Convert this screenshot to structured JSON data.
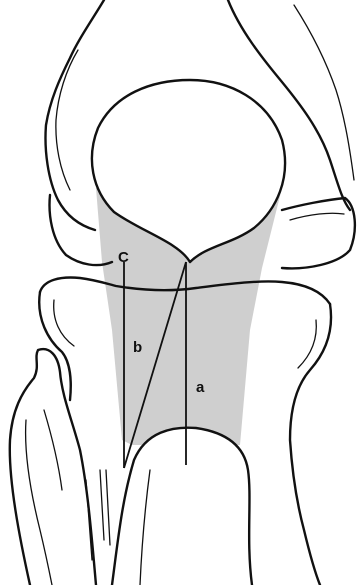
{
  "labels": {
    "a": "a",
    "b": "b",
    "c": "C"
  },
  "colors": {
    "shaded_region": "#cfcfcf",
    "ink": "#111111",
    "background": "#ffffff"
  }
}
